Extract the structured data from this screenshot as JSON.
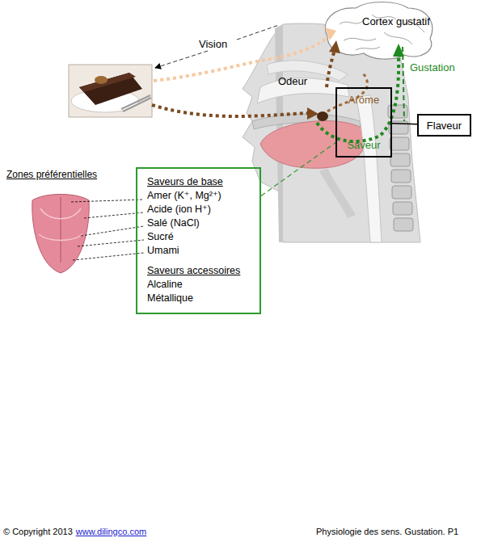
{
  "diagram": {
    "nodes": [
      {
        "text": [
          "Arôme",
          "Saveur"
        ]
      },
      {
        "text": [
          "Flaveur"
        ]
      },
      {
        "text": [
          "Saveurs de base",
          "Amer (K⁺, Mg²⁺)",
          "Acide (ion H⁺)",
          "Salé (NaCl)",
          "Sucré",
          "Umami",
          "Saveurs accessoires",
          "Alcaline",
          "Métallique"
        ]
      }
    ],
    "edges": [
      {
        "from": 0,
        "to": 1,
        "arrow": "none"
      },
      {
        "from": 2,
        "to": 0,
        "arrow": "none"
      }
    ],
    "labels": [
      "Vision",
      "Cortex gustatif",
      "Odeur",
      "Gustation",
      "Zones préférentielles",
      "© Copyright 2013",
      "www.dilingco.com",
      "Physiologie des sens. Gustation. P1"
    ]
  }
}
